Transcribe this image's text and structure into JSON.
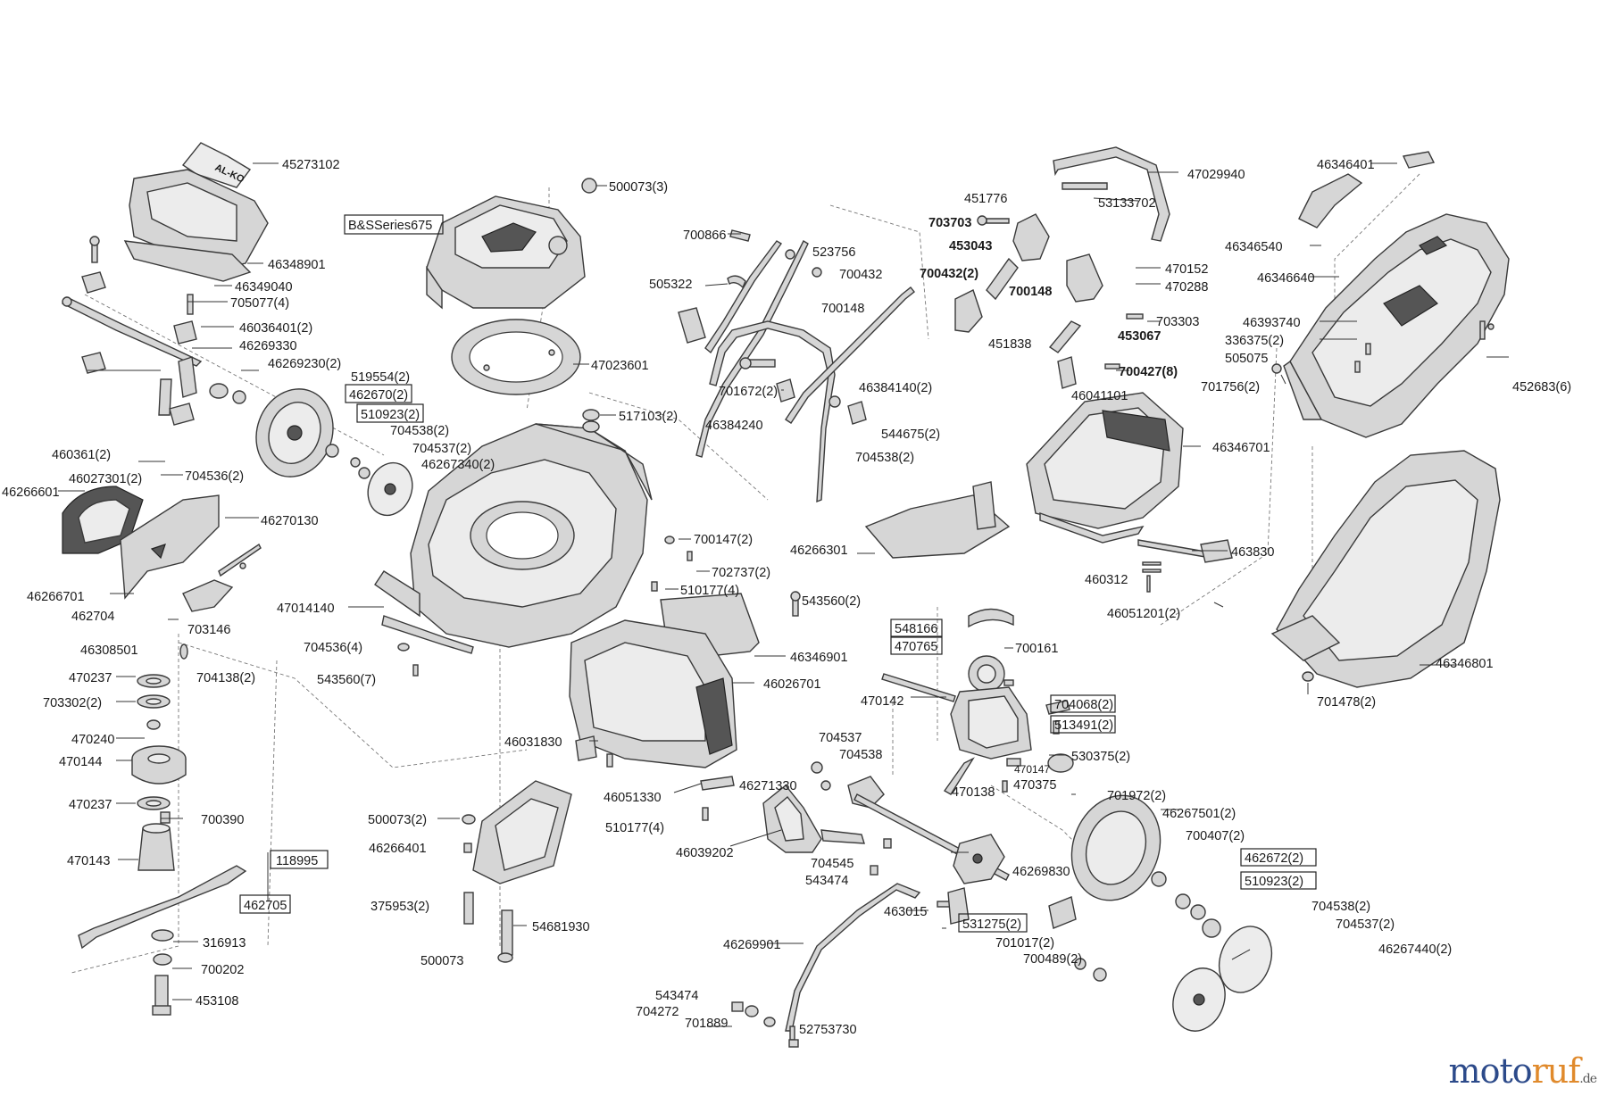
{
  "watermark": {
    "part1": "moto",
    "part2": "ruf",
    "part3": ".de"
  },
  "brand_logo": "AL-KO",
  "labels": {
    "p45273102": "45273102",
    "p46348901": "46348901",
    "p46349040": "46349040",
    "p705077": "705077(4)",
    "p46036401": "46036401(2)",
    "p46269330": "46269330",
    "p46269230": "46269230(2)",
    "p519554": "519554(2)",
    "p462670": "462670(2)",
    "p510923a": "510923(2)",
    "p704538a": "704538(2)",
    "p704537a": "704537(2)",
    "p46267340": "46267340(2)",
    "p460361": "460361(2)",
    "p46027301": "46027301(2)",
    "p704536a": "704536(2)",
    "p46266601": "46266601",
    "p46270130": "46270130",
    "p46266701": "46266701",
    "p462704": "462704",
    "p703146": "703146",
    "p46308501": "46308501",
    "p470237a": "470237",
    "p704138": "704138(2)",
    "p703302": "703302(2)",
    "p470240": "470240",
    "p470144": "470144",
    "p470237b": "470237",
    "p700390": "700390",
    "p470143": "470143",
    "p118995": "118995",
    "p462705": "462705",
    "p316913": "316913",
    "p700202": "700202",
    "p453108": "453108",
    "p500073_3": "500073(3)",
    "pBS": "B&SSeries675",
    "p47023601": "47023601",
    "p517103": "517103(2)",
    "p47014140": "47014140",
    "p704536b": "704536(4)",
    "p543560_7": "543560(7)",
    "p700147": "700147(2)",
    "p702737": "702737(2)",
    "p510177_4": "510177(4)",
    "p700866": "700866",
    "p523756": "523756",
    "p700432": "700432",
    "p505322": "505322",
    "p700148": "700148",
    "p701672": "701672(2)",
    "p46384140": "46384140(2)",
    "p46384240": "46384240",
    "p544675": "544675(2)",
    "p704538b": "704538(2)",
    "p46346901": "46346901",
    "p46026701": "46026701",
    "p46031830": "46031830",
    "p46051330": "46051330",
    "p510177_4b": "510177(4)",
    "p46271330": "46271330",
    "p704537b": "704537",
    "p704538c": "704538",
    "p46039202": "46039202",
    "p704545": "704545",
    "p543474a": "543474",
    "p500073_2": "500073(2)",
    "p46266401": "46266401",
    "p375953": "375953(2)",
    "p54681930": "54681930",
    "p500073": "500073",
    "p46266301": "46266301",
    "p543560_2": "543560(2)",
    "p47029940": "47029940",
    "p451776": "451776",
    "p53133702": "53133702",
    "p703703": "703703",
    "p453043": "453043",
    "p700432_2": "700432(2)",
    "p470152": "470152",
    "p470288": "470288",
    "p700148b": "700148",
    "p703303": "703303",
    "p451838": "451838",
    "p453067": "453067",
    "p700427": "700427(8)",
    "p46041101": "46041101",
    "p46346701": "46346701",
    "p463830": "463830",
    "p460312": "460312",
    "p46051201": "46051201(2)",
    "p548166": "548166",
    "p470765": "470765",
    "p700161": "700161",
    "p470142": "470142",
    "p704068": "704068(2)",
    "p513491": "513491(2)",
    "p530375": "530375(2)",
    "p470147": "470147",
    "p470138": "470138",
    "p470375": "470375",
    "p701972": "701972(2)",
    "p46267501": "46267501(2)",
    "p700407": "700407(2)",
    "p462672": "462672(2)",
    "p510923b": "510923(2)",
    "p46269830": "46269830",
    "p463015": "463015",
    "p531275": "531275(2)",
    "p701017": "701017(2)",
    "p700489": "700489(2)",
    "p704538d": "704538(2)",
    "p704537c": "704537(2)",
    "p46267440": "46267440(2)",
    "p46269901": "46269901",
    "p543474b": "543474",
    "p704272": "704272",
    "p701889": "701889",
    "p52753730": "52753730",
    "p46346401": "46346401",
    "p46346540": "46346540",
    "p46346640": "46346640",
    "p46393740": "46393740",
    "p336375": "336375(2)",
    "p505075": "505075",
    "p701756": "701756(2)",
    "p452683": "452683(6)",
    "p46346801": "46346801",
    "p701478": "701478(2)"
  }
}
